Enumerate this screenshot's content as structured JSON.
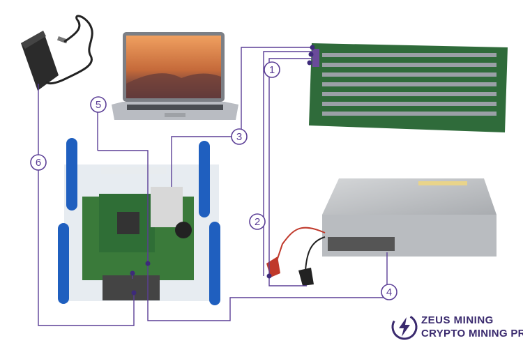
{
  "labels": [
    "1",
    "2",
    "3",
    "4",
    "5",
    "6"
  ],
  "brand": {
    "line1": "ZEUS MINING",
    "line2": "CRYPTO MINING PRO"
  },
  "colors": {
    "wire": "#5b3e96",
    "board": "#2f6b3a",
    "chip": "#9aa0a6",
    "tube": "#1f5fbf",
    "psu": "#b9bcc0",
    "brand": "#3a2a6e"
  },
  "icons": [
    "power-adapter-icon",
    "laptop-icon",
    "hashboard-icon",
    "control-board-fixture-icon",
    "power-supply-icon",
    "lightning-logo-icon"
  ]
}
